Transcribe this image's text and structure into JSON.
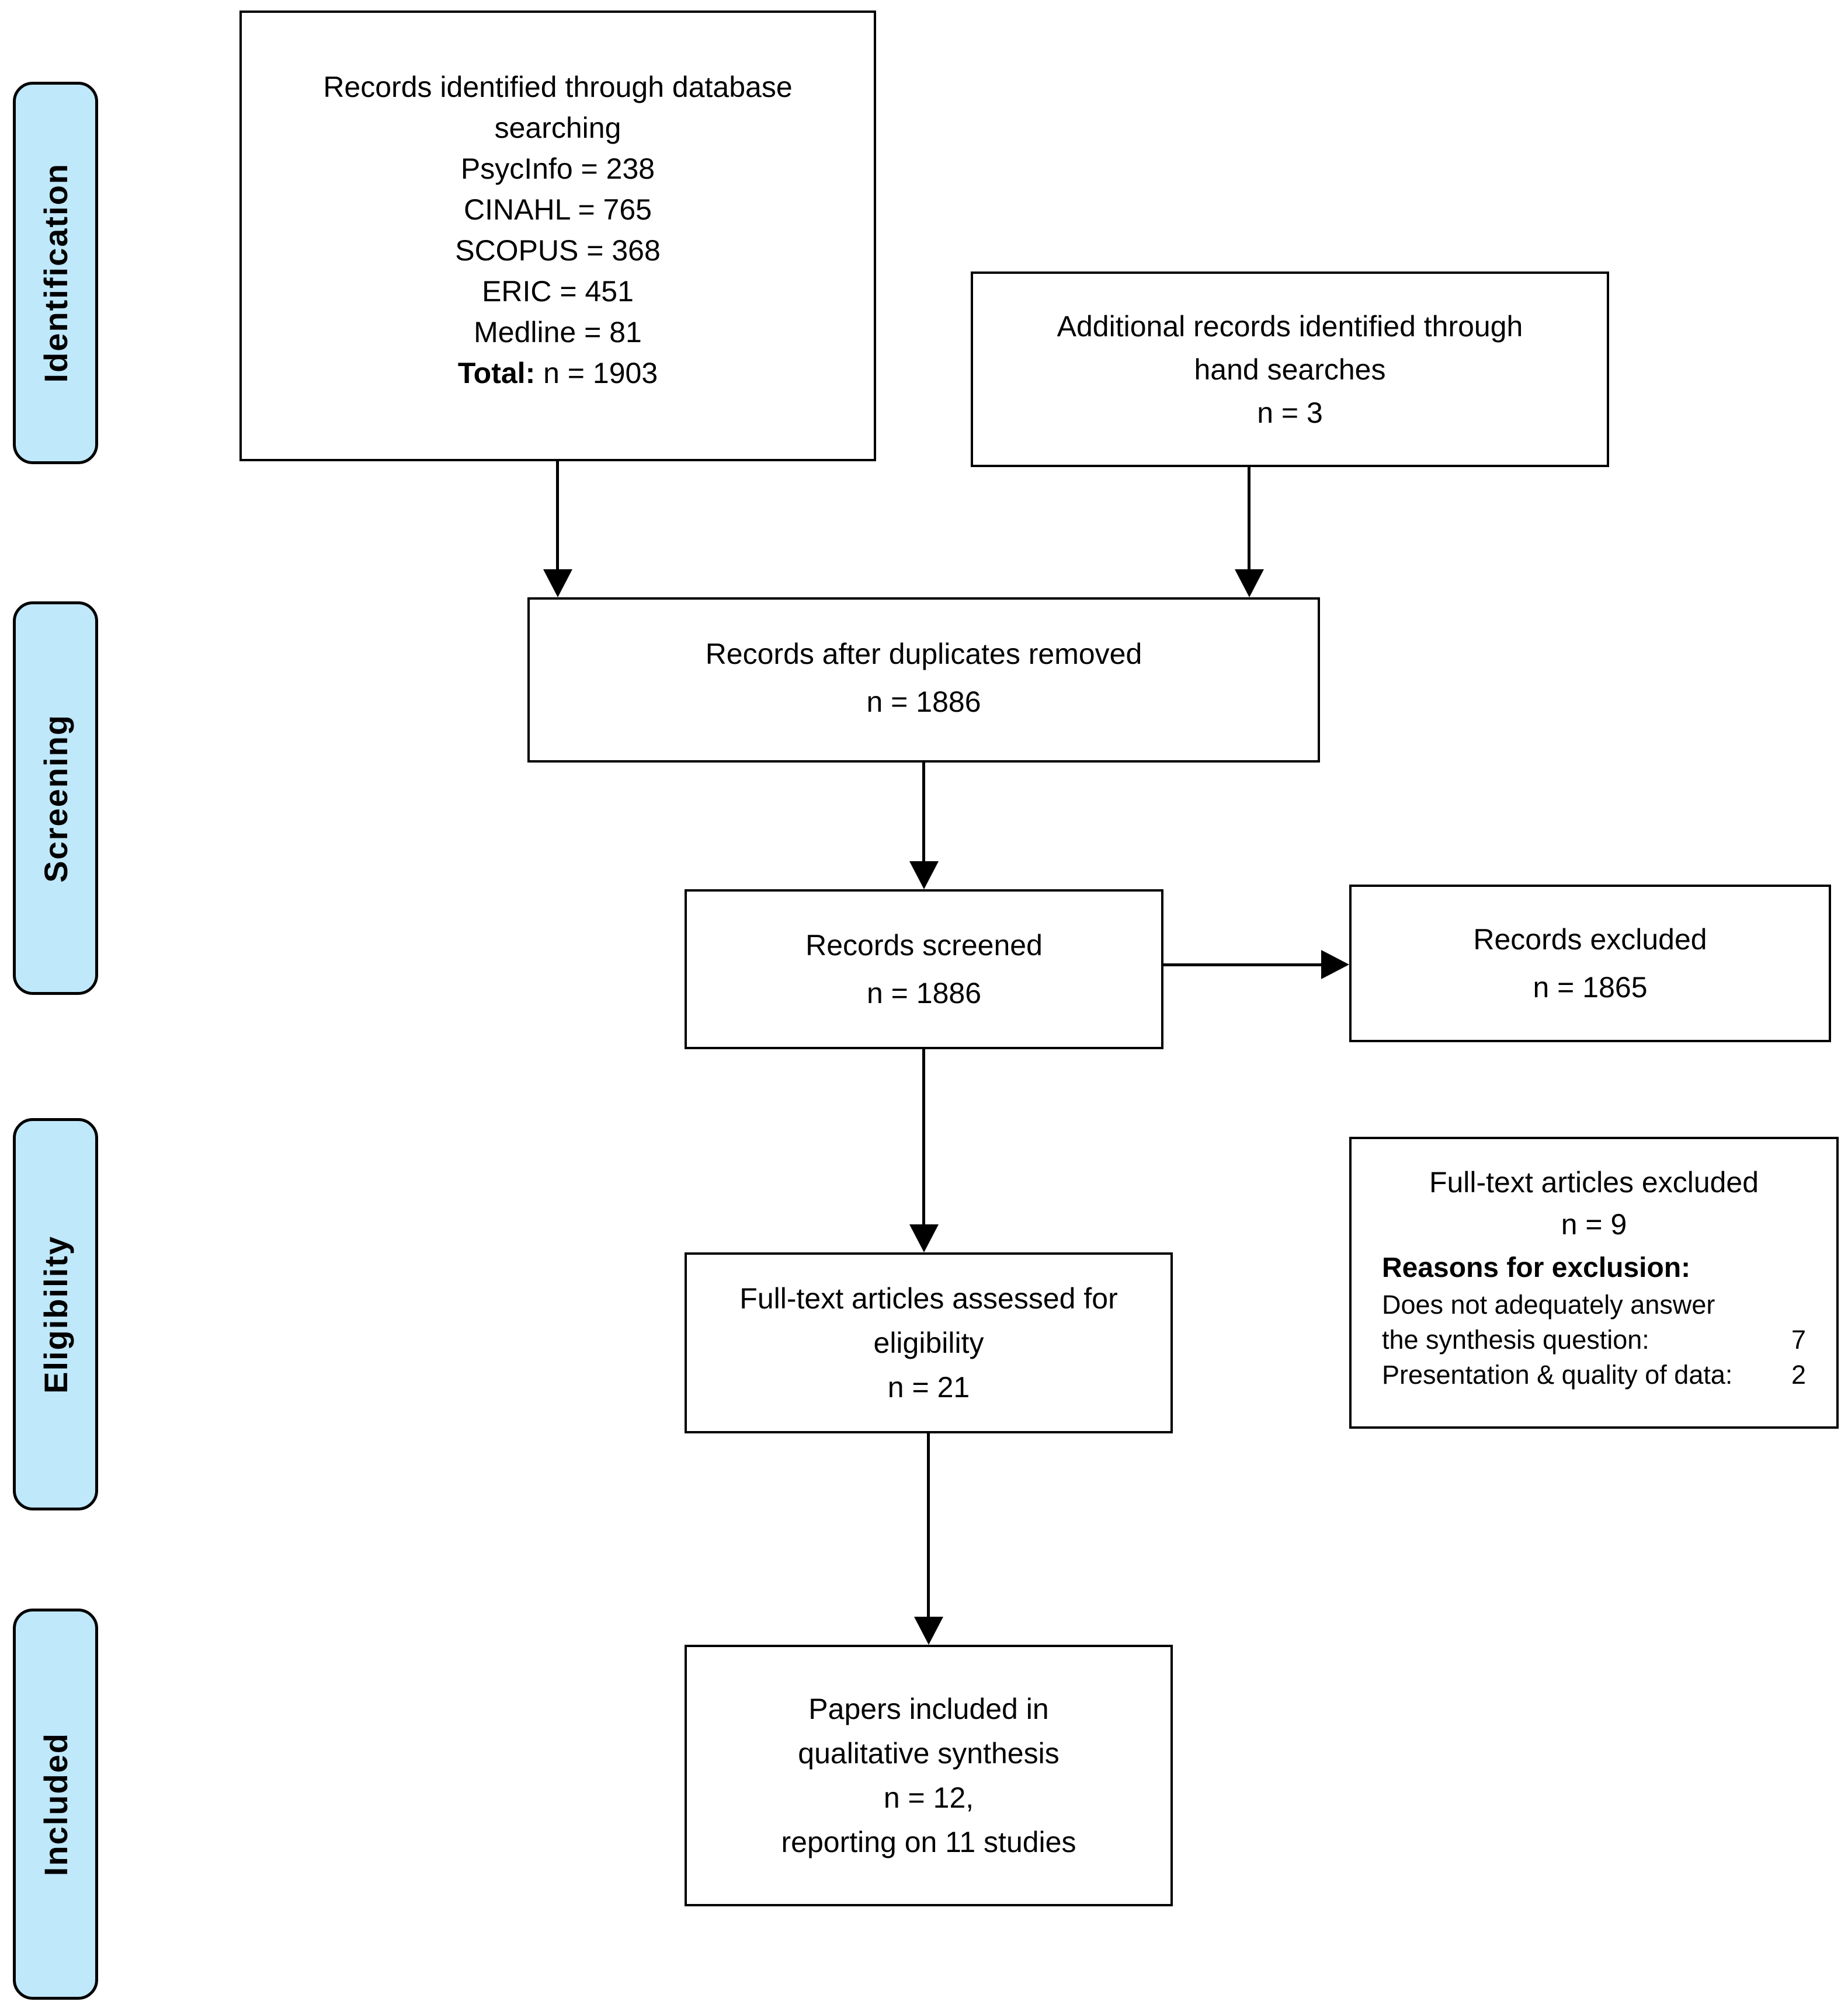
{
  "diagram": {
    "stages": [
      {
        "label": "Identification"
      },
      {
        "label": "Screening"
      },
      {
        "label": "Eligibility"
      },
      {
        "label": "Included"
      }
    ],
    "boxes": {
      "records_identified": {
        "title_line1": "Records identified through database",
        "title_line2": "searching",
        "sources": [
          "PsycInfo = 238",
          "CINAHL = 765",
          "SCOPUS = 368",
          "ERIC = 451",
          "Medline = 81"
        ],
        "total_label": "Total:",
        "total_value": " n = 1903"
      },
      "additional_records": {
        "line1": "Additional records identified through",
        "line2": "hand searches",
        "count": "n = 3"
      },
      "after_duplicates": {
        "line1": "Records after duplicates removed",
        "count": "n = 1886"
      },
      "records_screened": {
        "line1": "Records screened",
        "count": "n = 1886"
      },
      "records_excluded": {
        "line1": "Records excluded",
        "count": "n = 1865"
      },
      "fulltext_assessed": {
        "line1": "Full-text articles assessed for",
        "line2": "eligibility",
        "count": "n = 21"
      },
      "fulltext_excluded": {
        "title": "Full-text articles excluded",
        "count": "n = 9",
        "reasons_label": "Reasons for exclusion:",
        "reasons": [
          {
            "text": "Does not adequately answer",
            "value": ""
          },
          {
            "text": "the synthesis question:",
            "value": "7"
          },
          {
            "text": "Presentation & quality of data:",
            "value": "2"
          }
        ]
      },
      "papers_included": {
        "line1": "Papers included in",
        "line2": "qualitative synthesis",
        "count": "n = 12,",
        "line4": "reporting on 11 studies"
      }
    },
    "colors": {
      "stage_fill": "#BFE8FA",
      "stage_border": "#000000",
      "box_border": "#000000",
      "arrow": "#000000",
      "background": "#FFFFFF"
    }
  }
}
